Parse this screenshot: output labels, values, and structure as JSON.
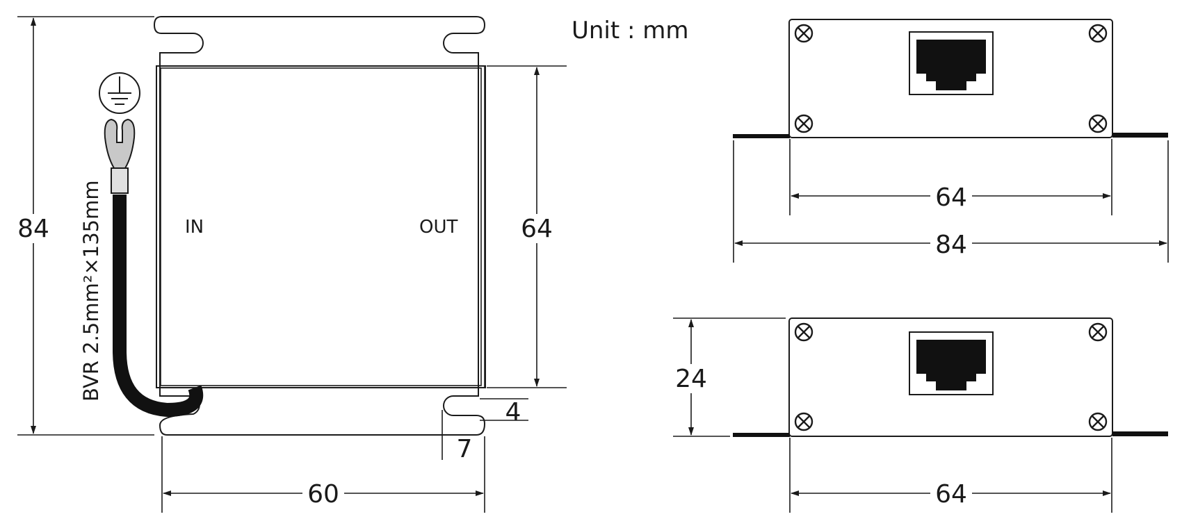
{
  "unit_label": "Unit : mm",
  "top_view": {
    "port_in": "IN",
    "port_out": "OUT",
    "cable_label": "BVR 2.5mm²×135mm",
    "dims": {
      "overall_height": "84",
      "body_height": "64",
      "width": "60",
      "slot_width": "4",
      "slot_depth": "7"
    }
  },
  "front_view": {
    "dims": {
      "body_width": "64",
      "flange_width": "84"
    }
  },
  "side_view": {
    "dims": {
      "height": "24",
      "body_width": "64"
    }
  }
}
